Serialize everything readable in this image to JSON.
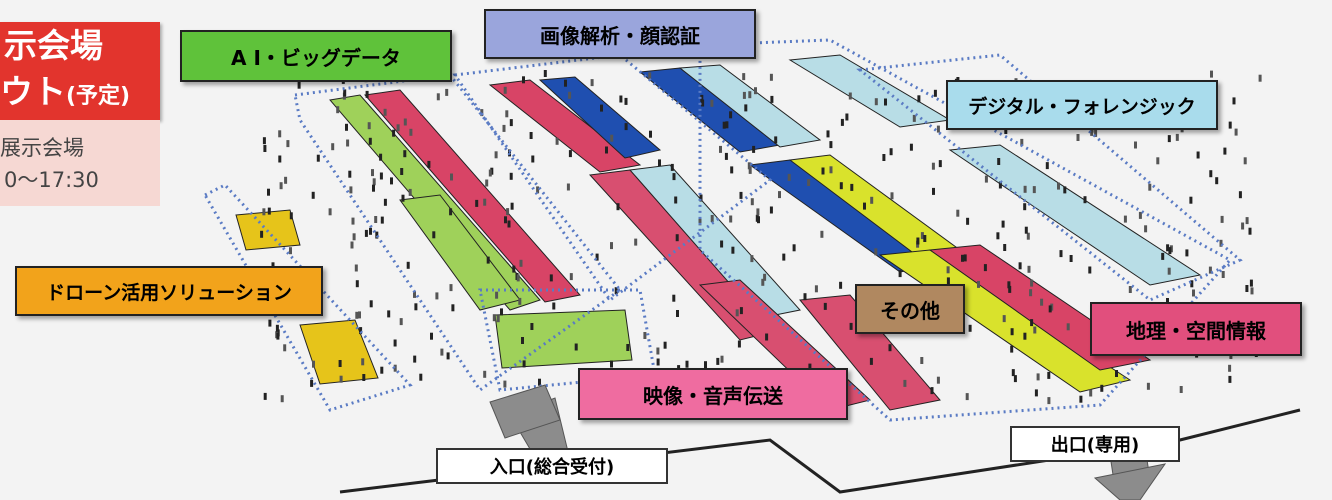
{
  "title": {
    "line1": "示会場",
    "line2": "ウト",
    "line2_suffix": "(予定)",
    "sub1": "展示会場",
    "sub2": "0〜17:30"
  },
  "zones": [
    {
      "id": "ai",
      "label": "A I・ビッグデータ",
      "color": "#5fc23a",
      "text": "#111"
    },
    {
      "id": "image",
      "label": "画像解析・顔認証",
      "color": "#9aa5dc",
      "text": "#111"
    },
    {
      "id": "forensic",
      "label": "デジタル・フォレンジック",
      "color": "#a9dcec",
      "text": "#111"
    },
    {
      "id": "drone",
      "label": "ドローン活用ソリューション",
      "color": "#f2a31b",
      "text": "#111"
    },
    {
      "id": "other",
      "label": "その他",
      "color": "#b08860",
      "text": "#111"
    },
    {
      "id": "geo",
      "label": "地理・空間情報",
      "color": "#e14f7d",
      "text": "#111"
    },
    {
      "id": "video",
      "label": "映像・音声伝送",
      "color": "#ef6ca0",
      "text": "#111"
    }
  ],
  "entrance": {
    "label": "入口(総合受付)"
  },
  "exit": {
    "label": "出口(専用)"
  },
  "floor_colors": {
    "ai": "#9fd15a",
    "image_red": "#d84466",
    "image_blue": "#1f4fb0",
    "forensic": "#b8dde6",
    "yellow": "#d9e22c",
    "video": "#d84f70",
    "drone": "#e6c41a",
    "wall": "#3a3a3a"
  }
}
